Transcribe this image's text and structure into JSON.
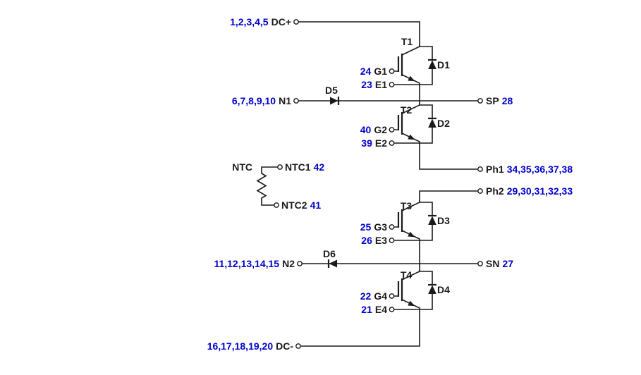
{
  "schematic": {
    "power_terminals": {
      "dc_plus": {
        "pins": "1,2,3,4,5",
        "name": "DC+"
      },
      "n1": {
        "pins": "6,7,8,9,10",
        "name": "N1"
      },
      "n2": {
        "pins": "11,12,13,14,15",
        "name": "N2"
      },
      "dc_minus": {
        "pins": "16,17,18,19,20",
        "name": "DC-"
      },
      "sp": {
        "name": "SP",
        "pins": "28"
      },
      "sn": {
        "name": "SN",
        "pins": "27"
      },
      "ph1": {
        "name": "Ph1",
        "pins": "34,35,36,37,38"
      },
      "ph2": {
        "name": "Ph2",
        "pins": "29,30,31,32,33"
      }
    },
    "control_terminals": {
      "g1": {
        "pins": "24",
        "name": "G1"
      },
      "e1": {
        "pins": "23",
        "name": "E1"
      },
      "g2": {
        "pins": "40",
        "name": "G2"
      },
      "e2": {
        "pins": "39",
        "name": "E2"
      },
      "g3": {
        "pins": "25",
        "name": "G3"
      },
      "e3": {
        "pins": "26",
        "name": "E3"
      },
      "g4": {
        "pins": "22",
        "name": "G4"
      },
      "e4": {
        "pins": "21",
        "name": "E4"
      }
    },
    "thermistor": {
      "name": "NTC",
      "ntc1": {
        "name": "NTC1",
        "pins": "42"
      },
      "ntc2": {
        "name": "NTC2",
        "pins": "41"
      }
    },
    "transistors": {
      "t1": "T1",
      "t2": "T2",
      "t3": "T3",
      "t4": "T4"
    },
    "diodes": {
      "d1": "D1",
      "d2": "D2",
      "d3": "D3",
      "d4": "D4",
      "d5": "D5",
      "d6": "D6"
    },
    "colors": {
      "pin_number": "#0000cc",
      "text": "#1a1a1a",
      "wire": "#1a1a1a",
      "background": "#ffffff"
    }
  }
}
